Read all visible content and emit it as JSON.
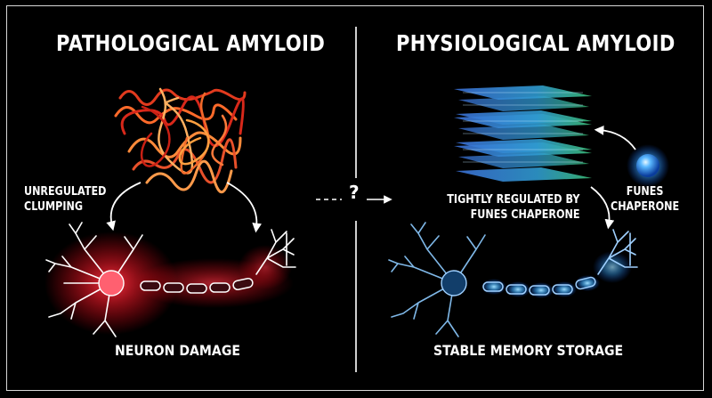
{
  "left_panel": {
    "title": "PATHOLOGICAL AMYLOID",
    "process_label": [
      "UNREGULATED",
      "CLUMPING"
    ],
    "outcome": "NEURON DAMAGE",
    "glow_color": "#ff2a3a"
  },
  "right_panel": {
    "title": "PHYSIOLOGICAL AMYLOID",
    "process_label": [
      "TIGHTLY REGULATED BY",
      "FUNES CHAPERONE"
    ],
    "chaperone_label": [
      "FUNES",
      "CHAPERONE"
    ],
    "outcome": "STABLE MEMORY STORAGE",
    "glow_color": "#3aa8ff"
  },
  "transition": {
    "symbol": "?"
  },
  "icons": [
    "tangled-protein-icon",
    "fibril-sheets-icon",
    "chaperone-sphere-icon",
    "neuron-icon",
    "arrow-icon"
  ]
}
